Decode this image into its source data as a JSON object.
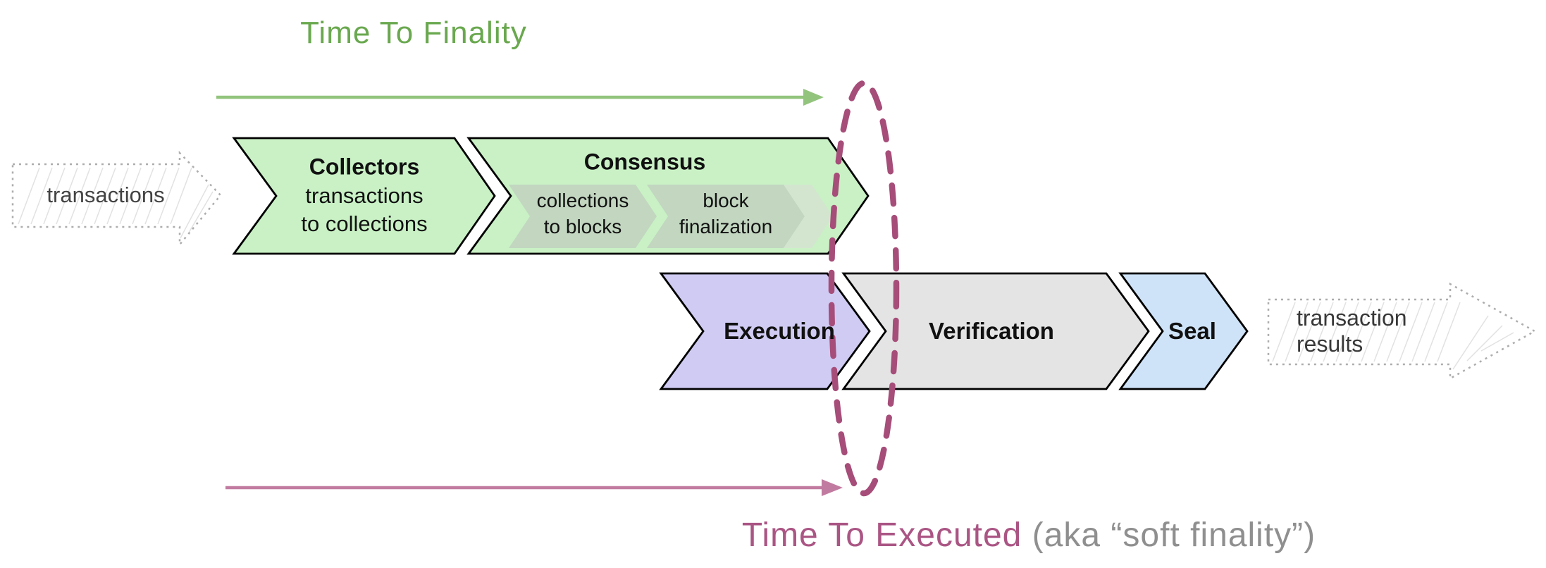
{
  "diagram": {
    "top_timeline": {
      "label": "Time To Finality"
    },
    "bottom_timeline": {
      "label": "Time To Executed",
      "suffix": "(aka “soft finality”)"
    },
    "input_arrow": {
      "label": "transactions"
    },
    "output_arrow": {
      "line1": "transaction",
      "line2": "results"
    },
    "stages": {
      "collectors": {
        "title": "Collectors",
        "line1": "transactions",
        "line2": "to collections"
      },
      "consensus": {
        "title": "Consensus",
        "sub1": {
          "line1": "collections",
          "line2": "to blocks"
        },
        "sub2": {
          "line1": "block",
          "line2": "finalization"
        }
      },
      "execution": {
        "label": "Execution"
      },
      "verification": {
        "label": "Verification"
      },
      "seal": {
        "label": "Seal"
      }
    },
    "colors": {
      "green_fill": "#c9f1c5",
      "sub_chevron_fill": "#c2d6c0",
      "purple_fill": "#cfcbf3",
      "gray_fill": "#e4e4e4",
      "blue_fill": "#cfe3f8",
      "green_arrow": "#93c47d",
      "green_title": "#6aa84f",
      "magenta_ellipse": "#a64d79",
      "magenta_arrow": "#c27ba0",
      "magenta_title": "#aa5584",
      "gray_title": "#8f8f8f"
    }
  }
}
